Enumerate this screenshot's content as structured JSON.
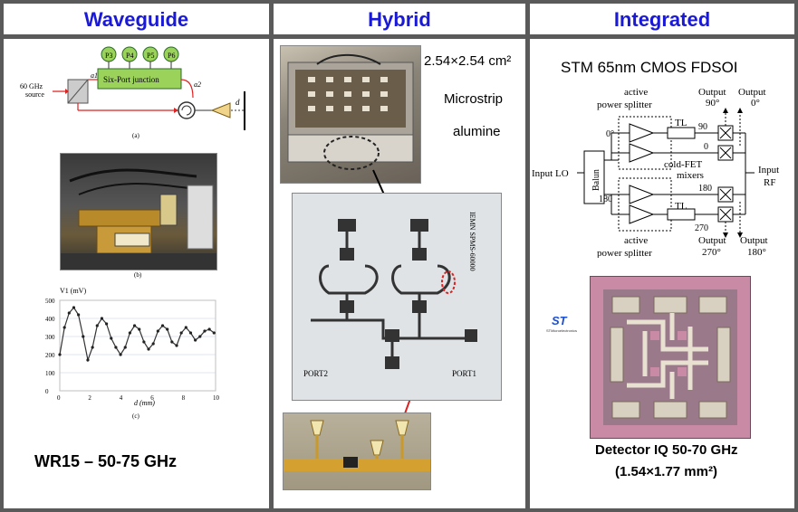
{
  "headers": {
    "waveguide": "Waveguide",
    "hybrid": "Hybrid",
    "integrated": "Integrated"
  },
  "waveguide": {
    "fig_a": {
      "source": "60 GHz source",
      "source_l1": "60 GHz",
      "source_l2": "source",
      "junction": "Six-Port junction",
      "ports": [
        "P3",
        "P4",
        "P5",
        "P6"
      ],
      "a1": "a1",
      "a2": "a2",
      "d": "d",
      "caption": "(a)"
    },
    "fig_b": {
      "caption": "(b)"
    },
    "fig_c": {
      "ylabel": "V1 (mV)",
      "xlabel": "d (mm)",
      "yticks": [
        "500",
        "400",
        "300",
        "200",
        "100",
        "0"
      ],
      "xticks": [
        "0",
        "2",
        "4",
        "6",
        "8",
        "10"
      ],
      "caption": "(c)"
    },
    "footer": "WR15 – 50-75 GHz"
  },
  "hybrid": {
    "size": "2.54×2.54 cm²",
    "line1": "Microstrip",
    "line2": "alumine",
    "board_text": "IEMN SPMS-60000",
    "port1": "PORT1",
    "port2": "PORT2"
  },
  "integrated": {
    "title": "STM 65nm CMOS FDSOI",
    "schematic": {
      "out90_l1": "Output",
      "out90_l2": "90°",
      "out0_l1": "Output",
      "out0_l2": "0°",
      "splitter_top_l1": "active",
      "splitter_top_l2": "power splitter",
      "tl_top": "TL",
      "deg90": "90",
      "deg0a": "0°",
      "deg0b": "0",
      "balun": "Balun",
      "input_lo": "Input LO",
      "coldfet_l1": "cold-FET",
      "coldfet_l2": "mixers",
      "input_rf_l1": "Input",
      "input_rf_l2": "RF",
      "deg180a": "180",
      "deg180b": "180",
      "tl_bot": "TL",
      "deg270": "270",
      "splitter_bot_l1": "active",
      "splitter_bot_l2": "power splitter",
      "out270_l1": "Output",
      "out270_l2": "270°",
      "out180_l1": "Output",
      "out180_l2": "180°"
    },
    "logo": "ST",
    "logo_sub": "STMicroelectronics",
    "footer_l1": "Detector IQ 50-70 GHz",
    "footer_l2": "(1.54×1.77 mm²)"
  },
  "colors": {
    "header_blue": "#1a1ad6",
    "divider": "#5a5a5a",
    "chip_pink": "#c98aa6",
    "junction_green": "#9bd35a"
  },
  "chart_data": {
    "type": "line",
    "xlabel": "d (mm)",
    "ylabel": "V1 (mV)",
    "xlim": [
      0,
      10
    ],
    "ylim": [
      0,
      500
    ],
    "x": [
      0,
      0.3,
      0.6,
      0.9,
      1.2,
      1.5,
      1.8,
      2.1,
      2.4,
      2.7,
      3.0,
      3.3,
      3.6,
      3.9,
      4.2,
      4.5,
      4.8,
      5.1,
      5.4,
      5.7,
      6.0,
      6.3,
      6.6,
      6.9,
      7.2,
      7.5,
      7.8,
      8.1,
      8.4,
      8.7,
      9.0,
      9.3,
      9.6,
      9.9
    ],
    "y": [
      200,
      350,
      430,
      460,
      420,
      300,
      170,
      240,
      360,
      400,
      370,
      290,
      240,
      200,
      240,
      320,
      360,
      340,
      270,
      230,
      260,
      330,
      360,
      340,
      270,
      250,
      320,
      350,
      320,
      280,
      300,
      330,
      340,
      320
    ]
  }
}
